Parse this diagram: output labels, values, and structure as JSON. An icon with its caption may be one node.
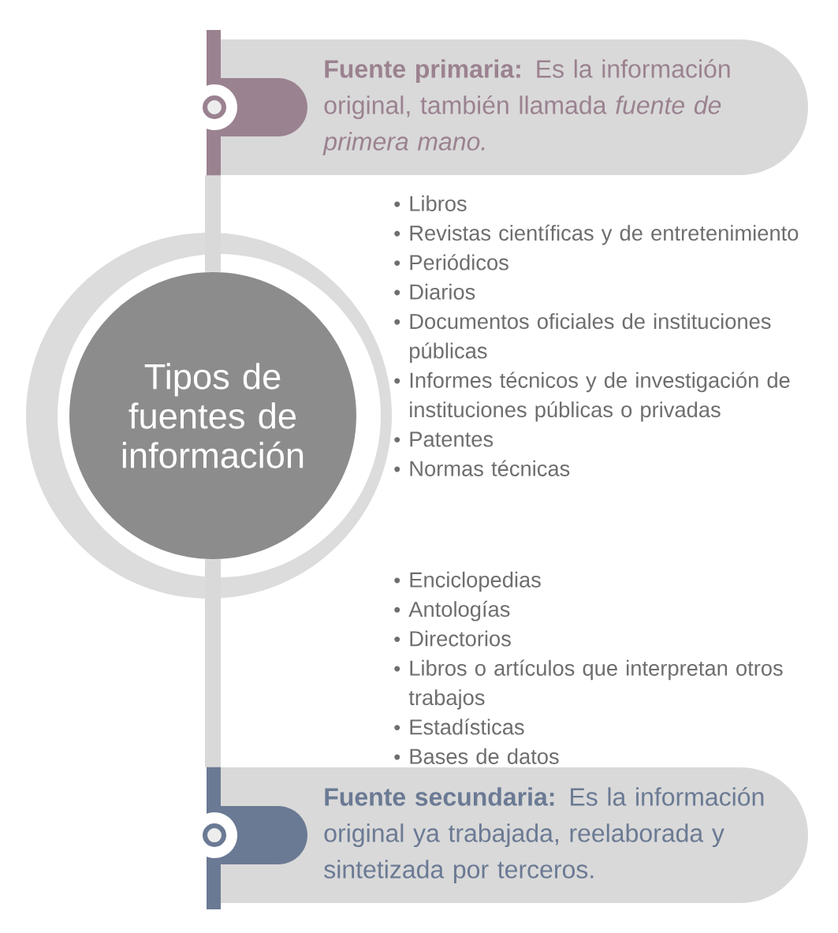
{
  "diagram": {
    "nodes": [
      {
        "text": [
          "Tipos de fuentes de información"
        ]
      },
      {
        "text": [
          "**Fuente primaria:** Es la información original, también llamada *fuente de primera mano.*"
        ]
      },
      {
        "text": [
          "**Fuente secundaria:** Es la información original ya trabajada, reelaborada y sintetizada por terceros."
        ]
      }
    ],
    "edges": [
      {
        "from": 0,
        "to": 1,
        "arrow": "none"
      },
      {
        "from": 0,
        "to": 2,
        "arrow": "none"
      }
    ],
    "labels": [
      "Libros",
      "Revistas científicas y de entretenimiento",
      "Periódicos",
      "Diarios",
      "Documentos oficiales de instituciones públicas",
      "Informes técnicos y de investigación de instituciones públicas o privadas",
      "Patentes",
      "Normas técnicas",
      "Enciclopedias",
      "Antologías",
      "Directorios",
      "Libros o artículos que interpretan otros trabajos",
      "Estadísticas",
      "Bases de datos"
    ]
  }
}
